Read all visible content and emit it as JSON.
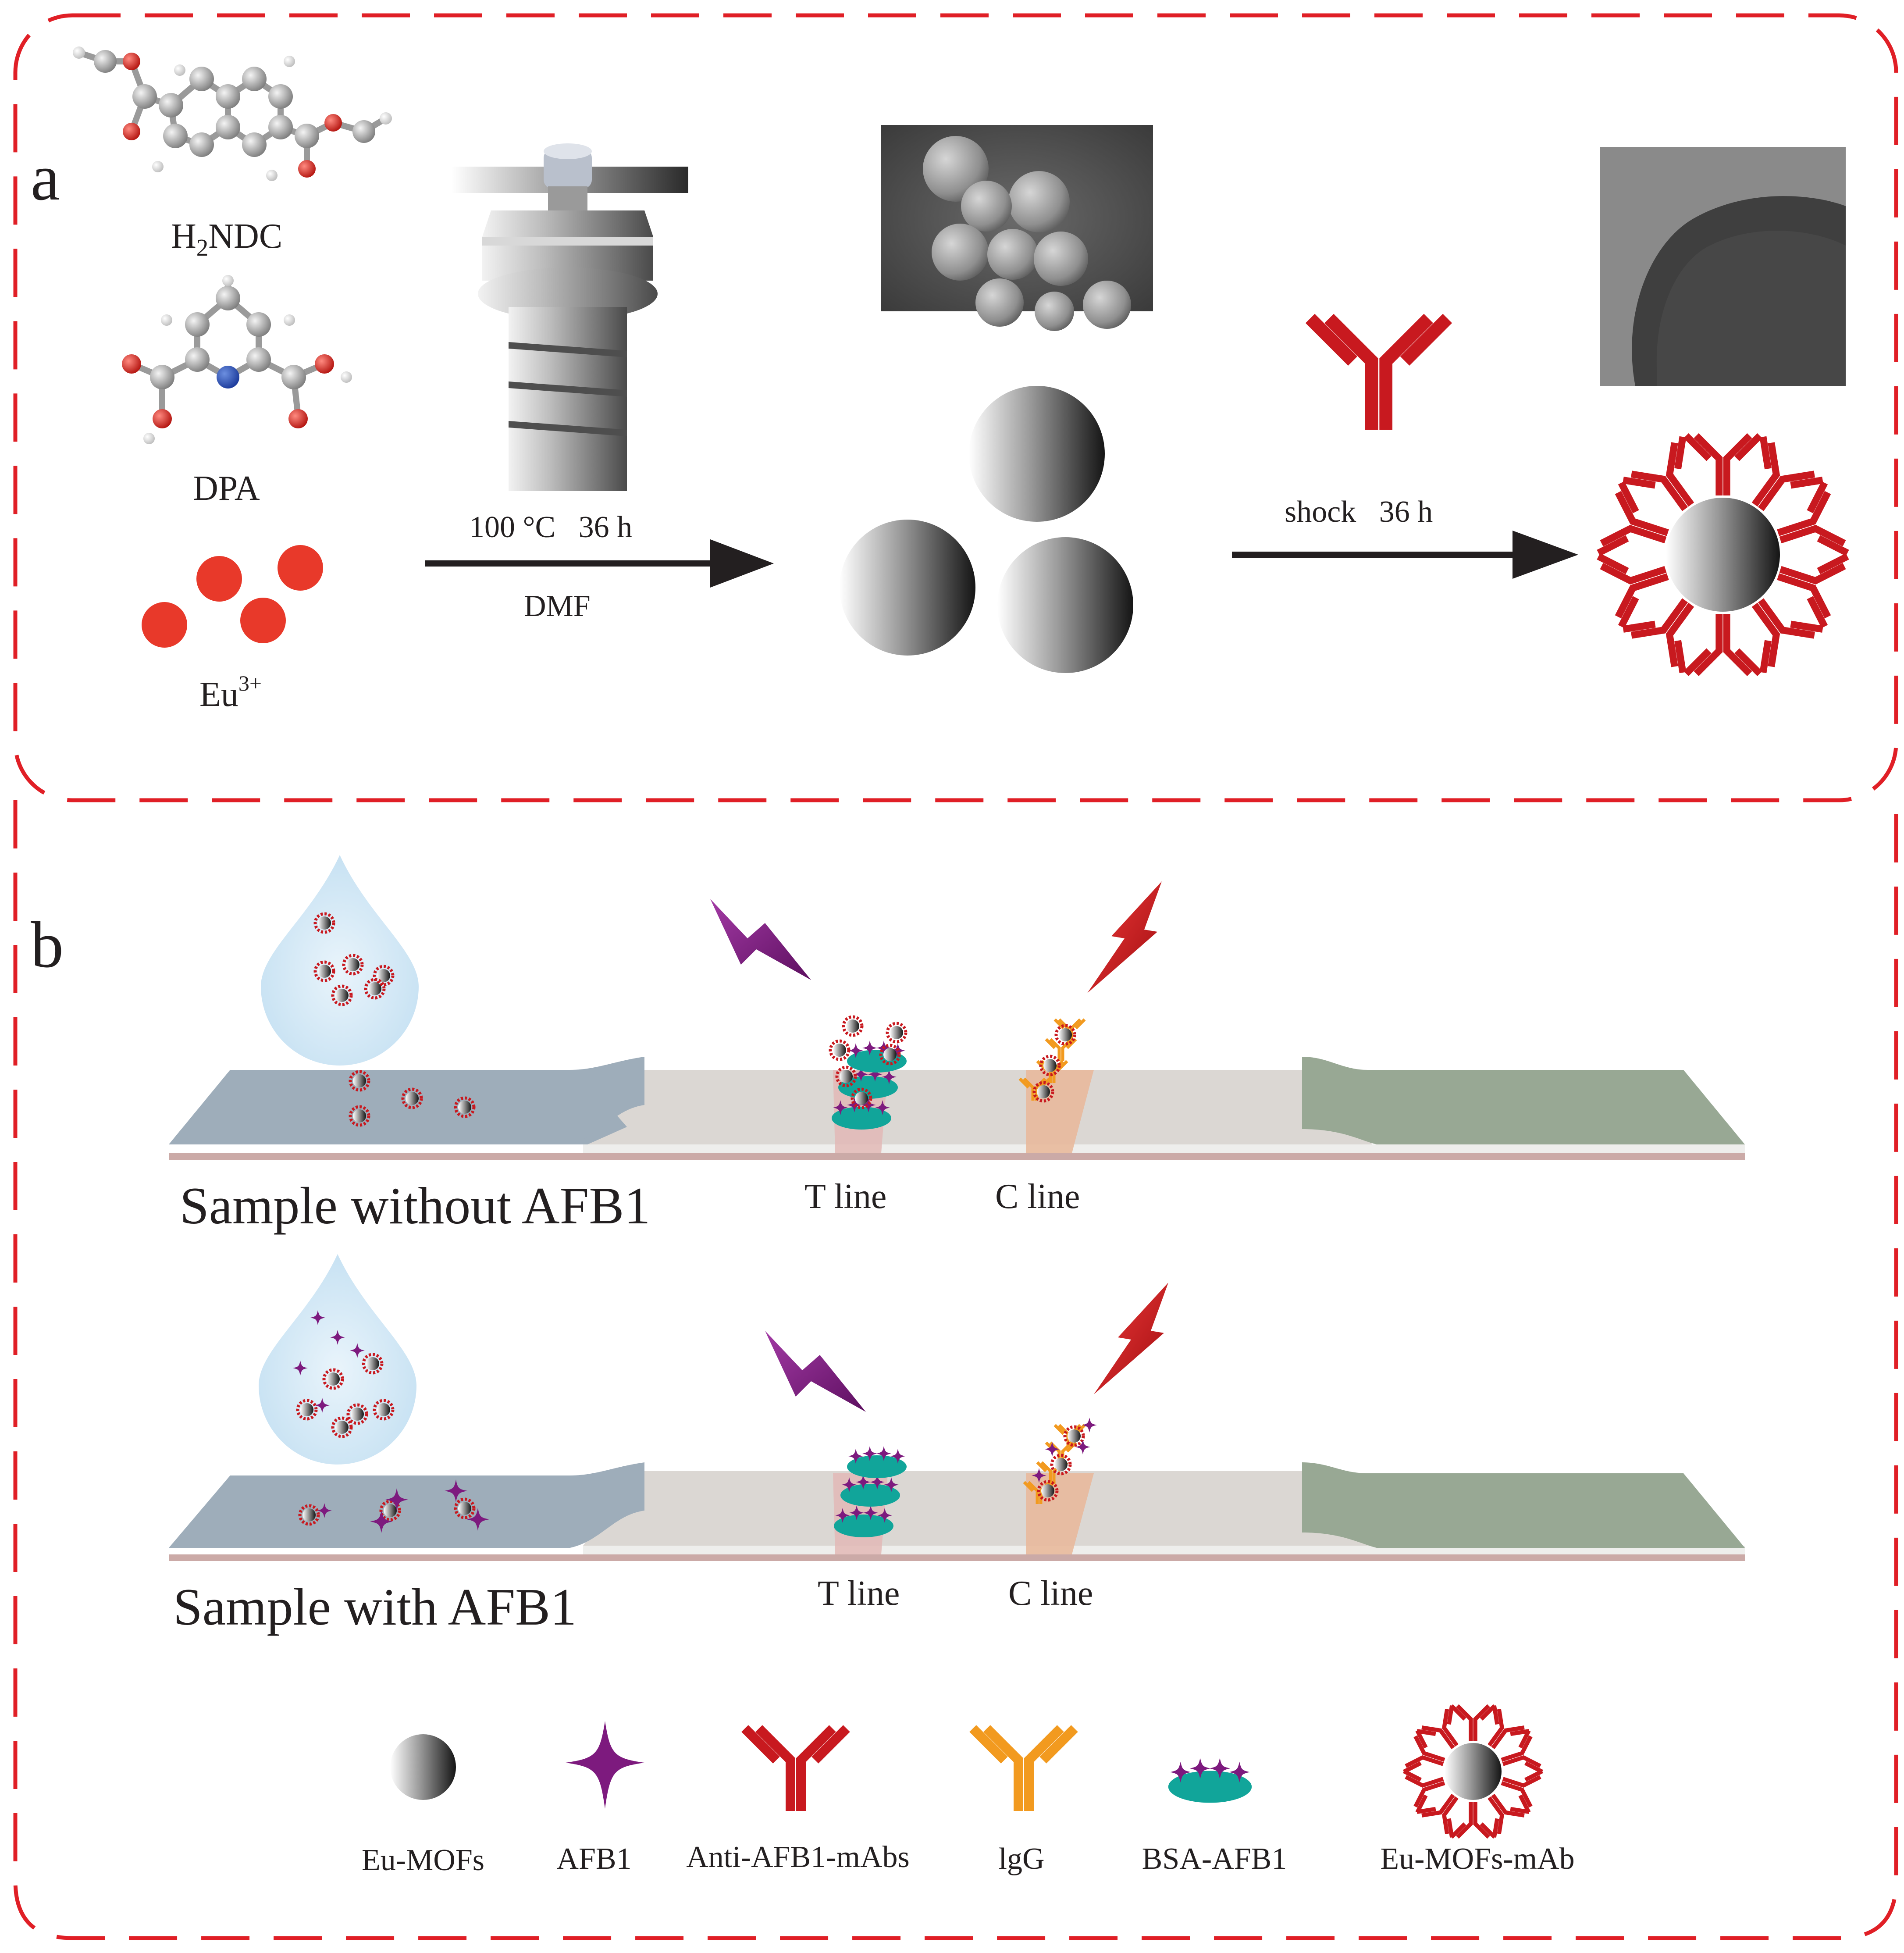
{
  "panel_a": {
    "label": "a",
    "h2ndc_main": "H",
    "h2ndc_sub": "2",
    "h2ndc_rest": "NDC",
    "dpa": "DPA",
    "eu_main": "Eu",
    "eu_sup": "3+",
    "step1_conditions": "100 °C   36 h",
    "step1_solvent": "DMF",
    "step2_conditions": "shock   36 h"
  },
  "panel_b": {
    "label": "b",
    "sample_without": "Sample without AFB1",
    "sample_with": "Sample with AFB1",
    "t_line": "T line",
    "c_line": "C line"
  },
  "legend": {
    "eu_mofs": "Eu-MOFs",
    "afb1": "AFB1",
    "anti_mab": "Anti-AFB1-mAbs",
    "igg": "lgG",
    "bsa_afb1": "BSA-AFB1",
    "eu_mofs_mab": "Eu-MOFs-mAb"
  },
  "colors": {
    "frame": "#e01f26",
    "antibody": "#c8191f",
    "igg": "#f29a1f",
    "afb1": "#7d1a7e",
    "bsa": "#11a59a",
    "sample_pad": "#9eadba",
    "absorbent_pad": "#98a894",
    "membrane": "#dbd7d3",
    "eu_ion": "#e8392a"
  }
}
